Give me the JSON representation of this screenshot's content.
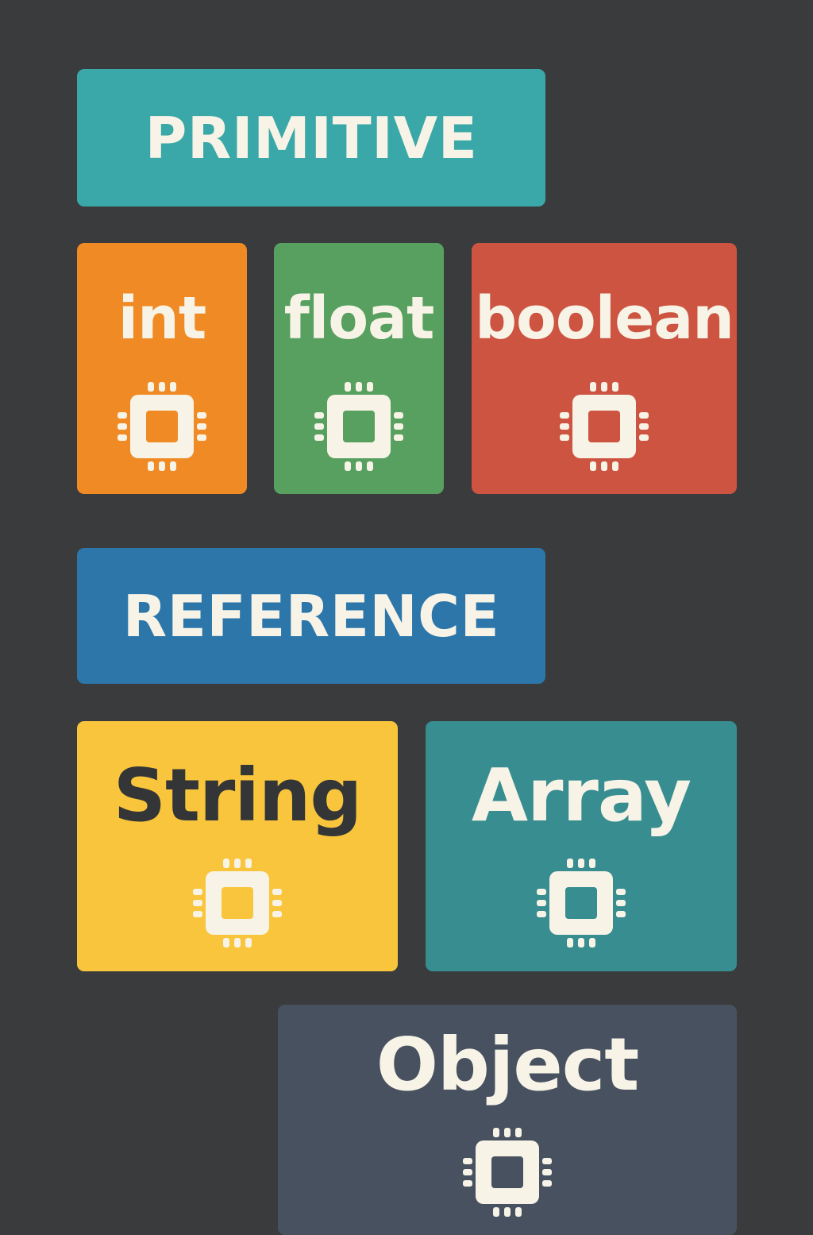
{
  "categories": {
    "primitive": {
      "label": "PRIMITIVE",
      "color": "#3aa8a8",
      "types": [
        {
          "label": "int",
          "color": "#f08a25",
          "icon": "cpu-chip-icon"
        },
        {
          "label": "float",
          "color": "#57a060",
          "icon": "cpu-chip-icon"
        },
        {
          "label": "boolean",
          "color": "#cc5441",
          "icon": "cpu-chip-icon"
        }
      ]
    },
    "reference": {
      "label": "REFERENCE",
      "color": "#2c76aa",
      "types": [
        {
          "label": "String",
          "color": "#f9c53c",
          "text_color": "#333537",
          "icon": "cpu-chip-icon"
        },
        {
          "label": "Array",
          "color": "#378d90",
          "icon": "cpu-chip-icon"
        },
        {
          "label": "Object",
          "color": "#485160",
          "icon": "cpu-chip-icon"
        }
      ]
    }
  },
  "colors": {
    "background": "#393b3c",
    "text_light": "#f7f3e6",
    "text_dark": "#333537"
  }
}
